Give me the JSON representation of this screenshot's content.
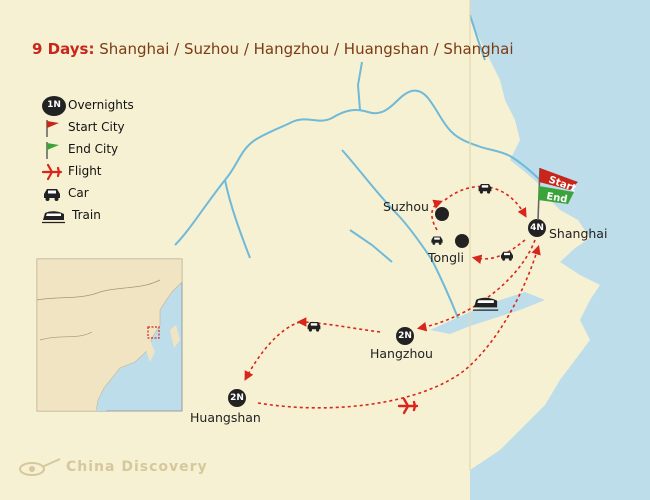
{
  "title": {
    "days": "9 Days:",
    "route": "Shanghai / Suzhou / Hangzhou / Huangshan / Shanghai"
  },
  "legend": [
    {
      "icon": "overnight-badge-icon",
      "badge": "1N",
      "label": "Overnights"
    },
    {
      "icon": "start-flag-icon",
      "label": "Start City"
    },
    {
      "icon": "end-flag-icon",
      "label": "End City"
    },
    {
      "icon": "airplane-icon",
      "label": "Flight"
    },
    {
      "icon": "car-icon",
      "label": "Car"
    },
    {
      "icon": "train-icon",
      "label": "Train"
    }
  ],
  "cities": {
    "shanghai": {
      "name": "Shanghai",
      "nights": "4N"
    },
    "suzhou": {
      "name": "Suzhou"
    },
    "tongli": {
      "name": "Tongli"
    },
    "hangzhou": {
      "name": "Hangzhou",
      "nights": "2N"
    },
    "huangshan": {
      "name": "Huangshan",
      "nights": "2N"
    }
  },
  "flags": {
    "start": "Start",
    "end": "End"
  },
  "brand": {
    "name": "China Discovery"
  },
  "colors": {
    "sea": "#bcdde9",
    "land": "#f7f1d3",
    "river": "#6fb9d9",
    "route": "#d8261c",
    "start_flag": "#c8261a",
    "end_flag": "#3aa33a"
  }
}
